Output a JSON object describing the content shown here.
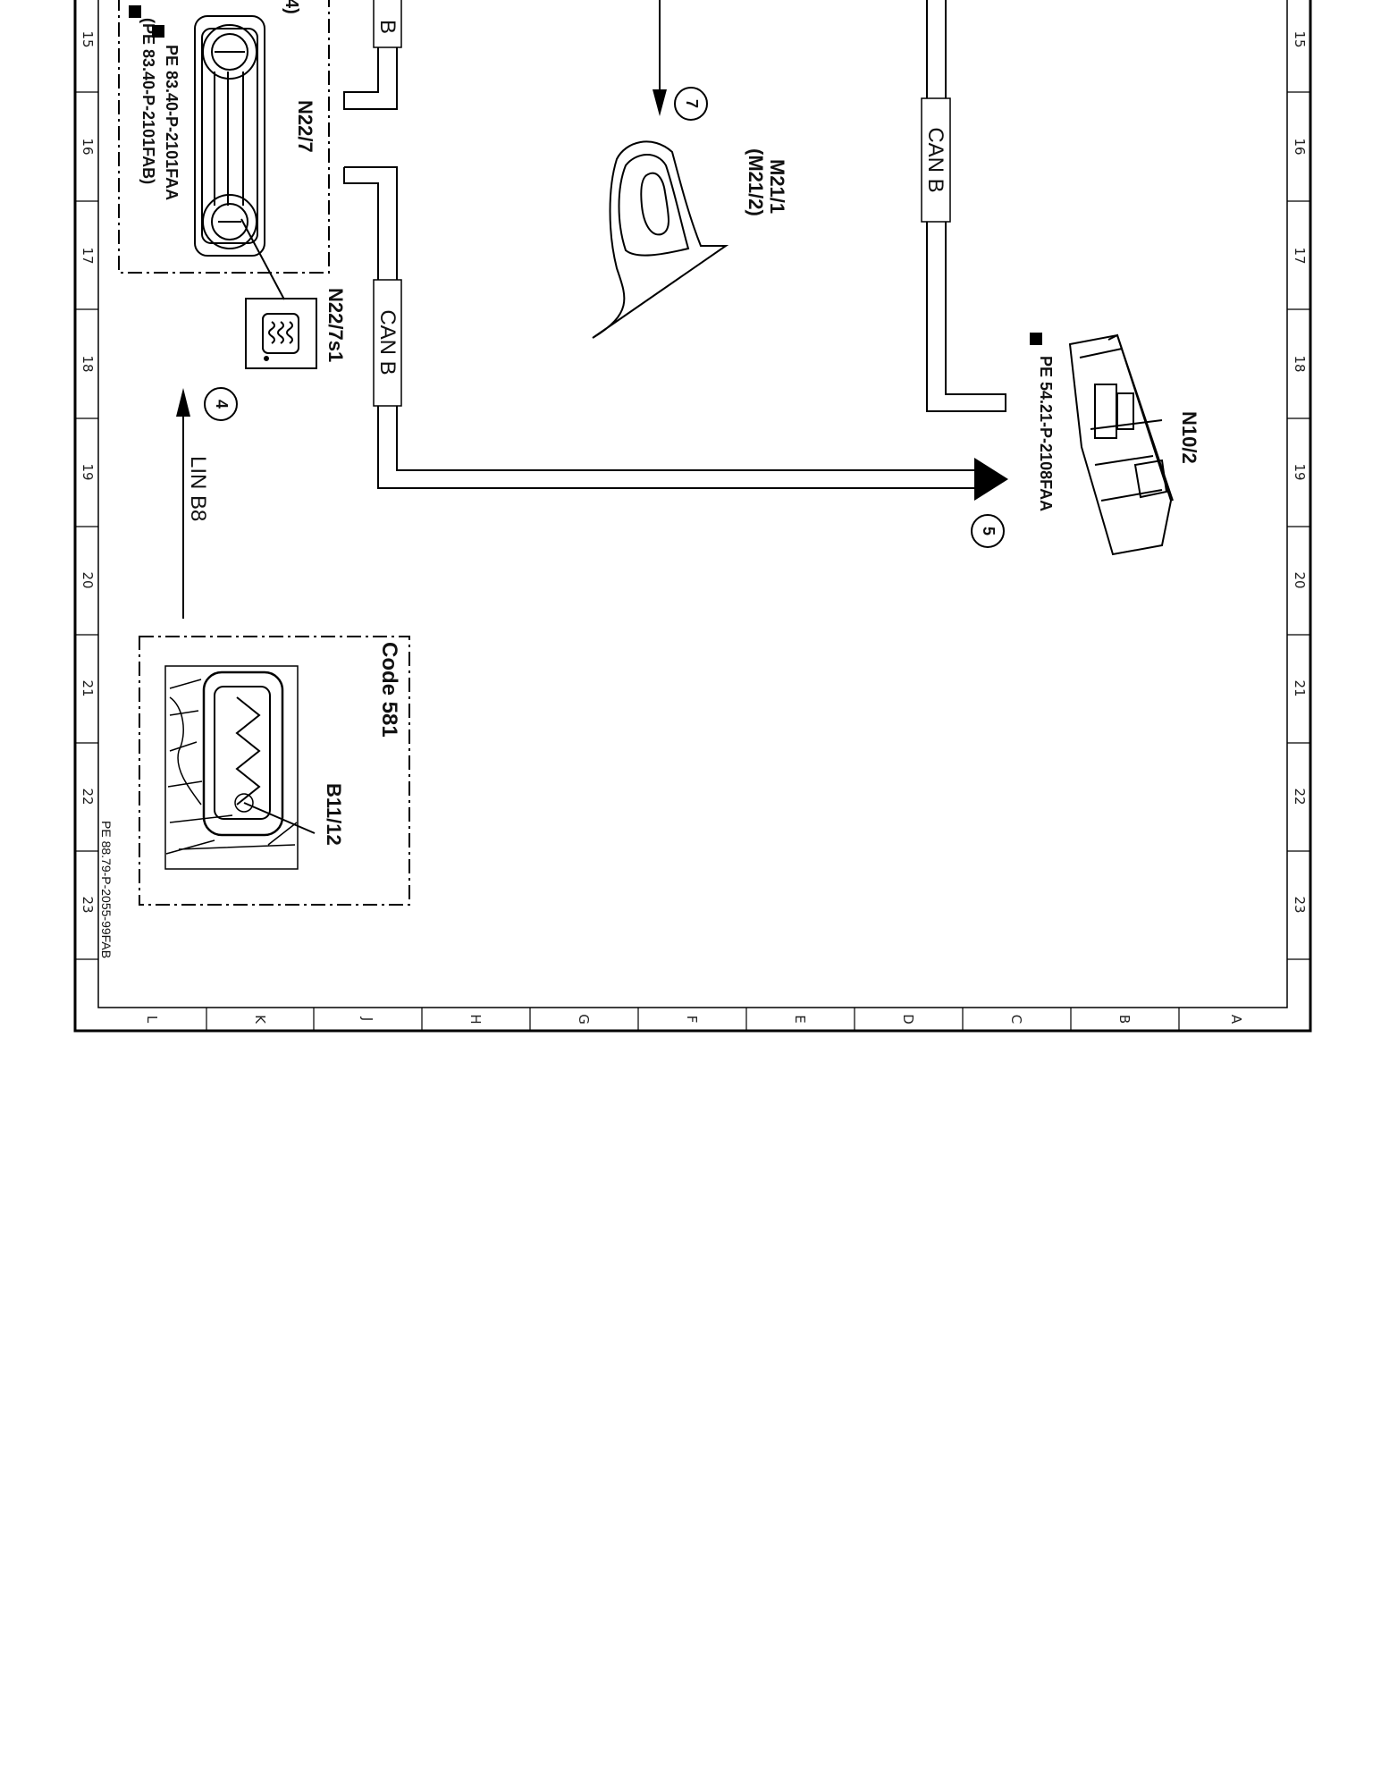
{
  "drawing_id": "PE 88.79-P-2055-99FAB",
  "frame": {
    "row_numbers": [
      "15",
      "16",
      "17",
      "18",
      "19",
      "20",
      "21",
      "22",
      "23"
    ],
    "column_letters": [
      "L",
      "K",
      "J",
      "H",
      "G",
      "F",
      "E",
      "D",
      "C",
      "B",
      "A"
    ]
  },
  "components": {
    "partial_top_label": "4)",
    "climate_control": {
      "id": "N22/7",
      "refs": [
        "PE  83.40-P-2101FAA",
        "(PE  83.40-P-2101FAB)"
      ]
    },
    "rear_defroster_switch": {
      "id": "N22/7s1"
    },
    "mirror": {
      "id": "M21/1",
      "alt_id": "(M21/2)"
    },
    "control_unit": {
      "id": "N10/2",
      "ref": "PE  54.21-P-2108FAA"
    },
    "sensor": {
      "id": "B11/12",
      "code": "Code  581"
    }
  },
  "buses": {
    "can_label": "CAN  B",
    "can_label_top_fragment": "B",
    "lin_label": "LIN  B8"
  },
  "markers": [
    "4",
    "5",
    "7"
  ]
}
